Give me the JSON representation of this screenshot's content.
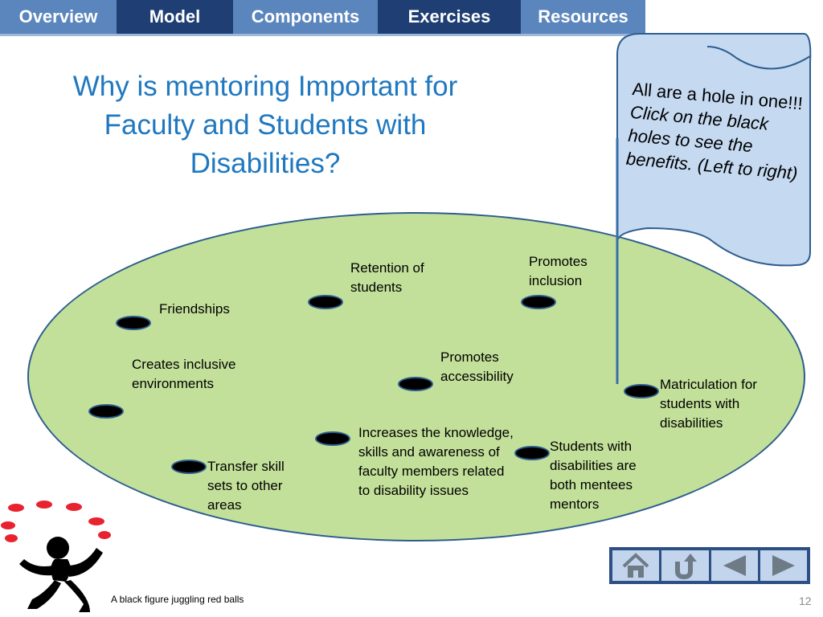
{
  "nav": {
    "tabs": [
      {
        "label": "Overview"
      },
      {
        "label": "Model"
      },
      {
        "label": "Components"
      },
      {
        "label": "Exercises"
      },
      {
        "label": "Resources"
      }
    ]
  },
  "title": "Why is mentoring Important for Faculty and Students with Disabilities?",
  "scroll": {
    "line1": "All are a hole in one!!!",
    "line2": "Click on the black holes to see the benefits. (Left to right)"
  },
  "benefits": [
    {
      "label": "Friendships"
    },
    {
      "label": "Creates inclusive environments"
    },
    {
      "label": "Retention of students"
    },
    {
      "label": "Promotes inclusion"
    },
    {
      "label": "Promotes accessibility"
    },
    {
      "label": "Matriculation for students with disabilities"
    },
    {
      "label": "Increases the knowledge, skills and awareness of faculty members related to disability issues"
    },
    {
      "label": "Students with disabilities are both mentees mentors"
    },
    {
      "label": "Transfer skill sets to other areas"
    }
  ],
  "caption": "A black figure juggling red balls",
  "page_number": "12",
  "colors": {
    "tab_light": "#5b86bd",
    "tab_dark": "#1f3f74",
    "title": "#1f78c0",
    "oval_fill": "#c3e09a",
    "scroll_fill": "#c5d9f1",
    "ball_red": "#e8232f"
  },
  "nav_buttons": [
    {
      "icon": "home-icon"
    },
    {
      "icon": "return-icon"
    },
    {
      "icon": "previous-icon"
    },
    {
      "icon": "next-icon"
    }
  ]
}
